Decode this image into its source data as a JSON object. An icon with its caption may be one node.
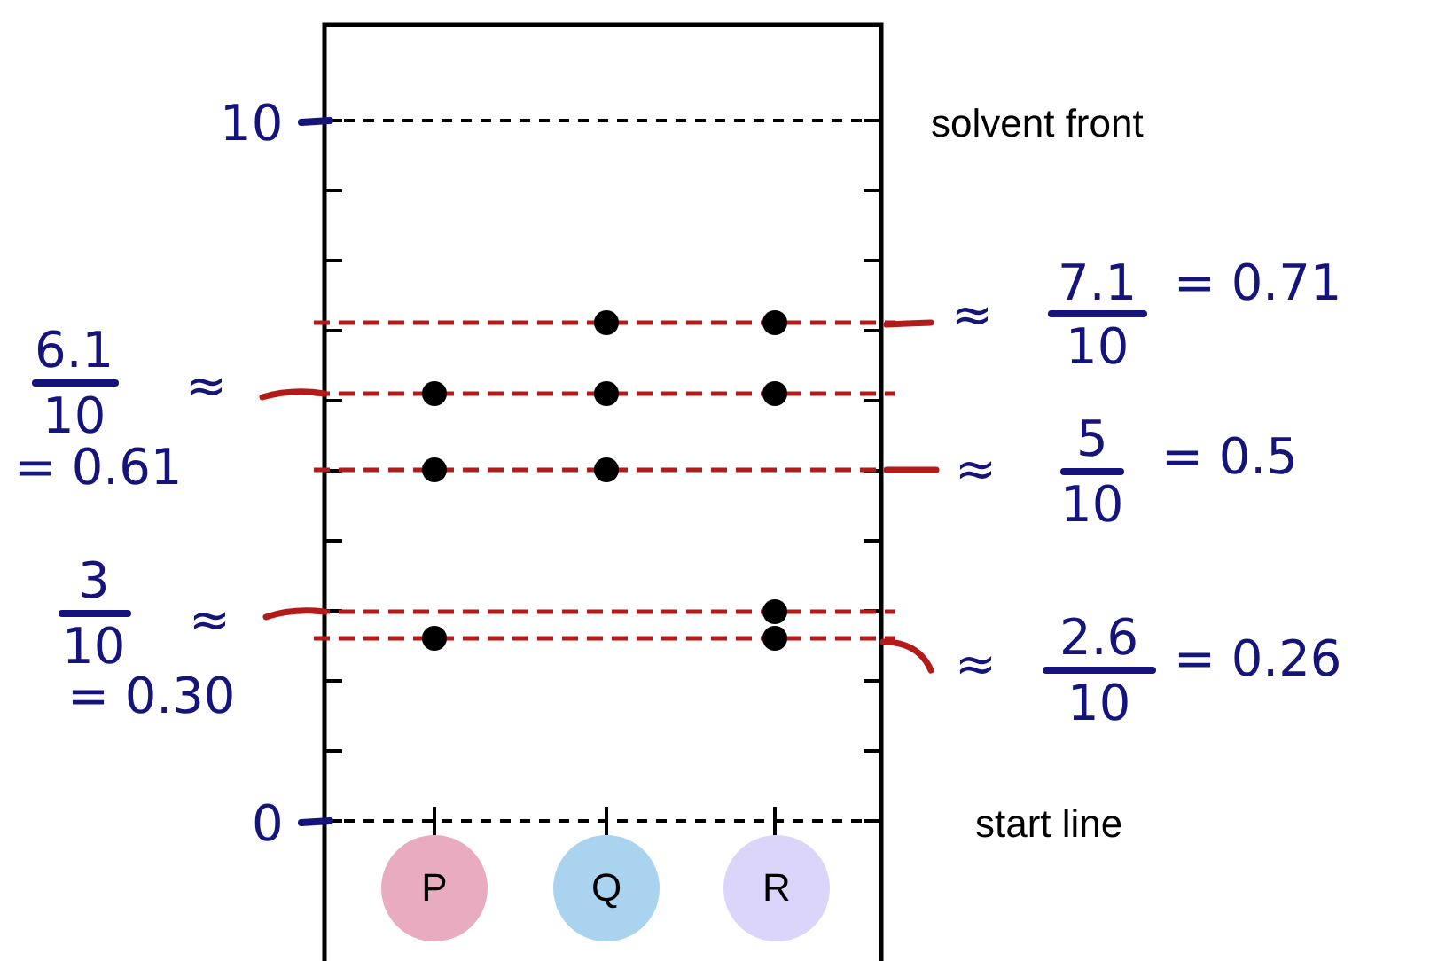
{
  "diagram": {
    "nodes": [
      {
        "text": [
          "P"
        ]
      },
      {
        "text": [
          "Q"
        ]
      },
      {
        "text": [
          "R"
        ]
      }
    ],
    "labels": [
      "10",
      "solvent front",
      "≈",
      "7.1",
      "10",
      "= 0.71",
      "6.1",
      "10",
      "≈",
      "= 0.61",
      "≈",
      "5",
      "10",
      "= 0.5",
      "3",
      "10",
      "≈",
      "= 0.30",
      "≈",
      "2.6",
      "10",
      "= 0.26",
      "0",
      "start line"
    ]
  }
}
